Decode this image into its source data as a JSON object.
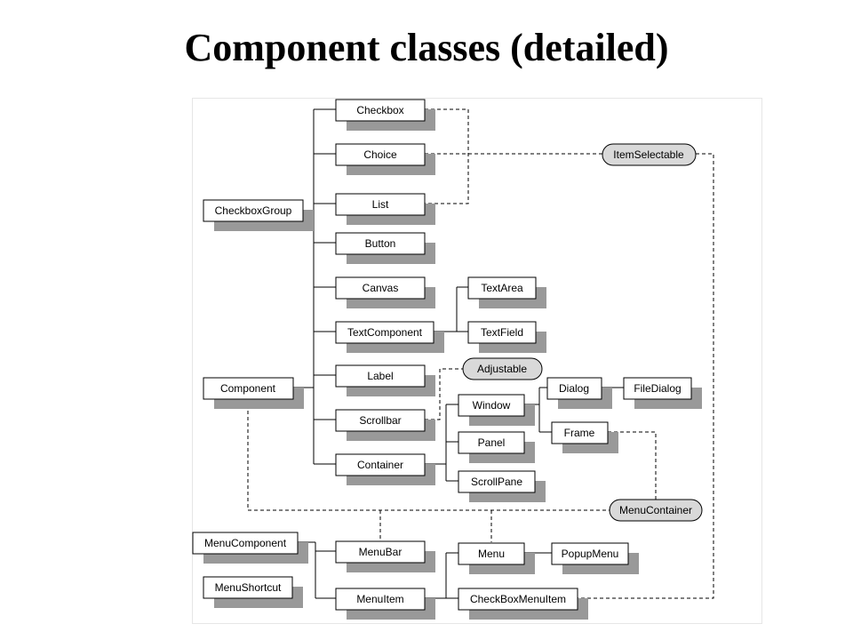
{
  "title": "Component classes (detailed)",
  "classes": {
    "checkbox": "Checkbox",
    "choice": "Choice",
    "list": "List",
    "checkboxgroup": "CheckboxGroup",
    "button": "Button",
    "canvas": "Canvas",
    "textcomponent": "TextComponent",
    "textarea": "TextArea",
    "textfield": "TextField",
    "label": "Label",
    "component": "Component",
    "scrollbar": "Scrollbar",
    "container": "Container",
    "window": "Window",
    "panel": "Panel",
    "scrollpane": "ScrollPane",
    "dialog": "Dialog",
    "filedialog": "FileDialog",
    "frame": "Frame",
    "menucomponent": "MenuComponent",
    "menushortcut": "MenuShortcut",
    "menubar": "MenuBar",
    "menuitem": "MenuItem",
    "menu": "Menu",
    "popupmenu": "PopupMenu",
    "checkboxmenuitem": "CheckBoxMenuItem"
  },
  "interfaces": {
    "itemselectable": "ItemSelectable",
    "adjustable": "Adjustable",
    "menucontainer": "MenuContainer"
  }
}
